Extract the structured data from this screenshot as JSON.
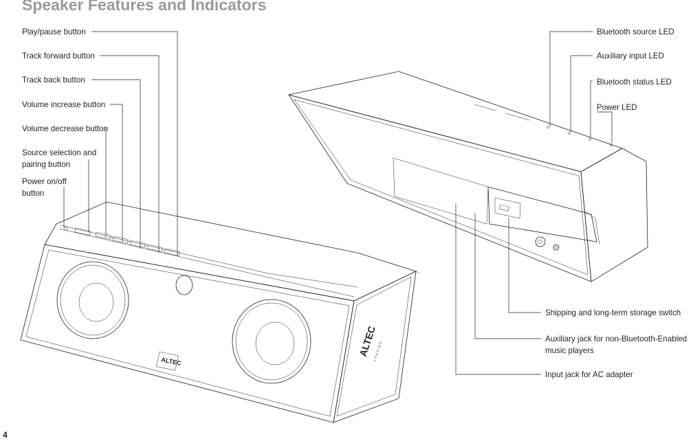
{
  "page": {
    "title": "Speaker Features and Indicators",
    "page_number": "4"
  },
  "left_callouts": [
    {
      "text": "Play/pause button"
    },
    {
      "text": "Track forward button"
    },
    {
      "text": "Track back button"
    },
    {
      "text": "Volume increase button"
    },
    {
      "text": "Volume decrease button"
    },
    {
      "text": "Source selection and\npairing button"
    },
    {
      "text": "Power on/off\nbutton"
    }
  ],
  "right_top_callouts": [
    {
      "text": "Bluetooth source LED"
    },
    {
      "text": "Auxiliary input LED"
    },
    {
      "text": "Bluetooth status LED"
    },
    {
      "text": "Power LED"
    }
  ],
  "right_bottom_callouts": [
    {
      "text": "Shipping and long-term storage switch"
    },
    {
      "text": "Auxiliary jack for non-Bluetooth-Enabled\nmusic players"
    },
    {
      "text": "Input jack for AC adapter"
    }
  ],
  "logo": {
    "brand": "ALTEC",
    "sub": "LANSING"
  },
  "colors": {
    "title": "#9a9a9a",
    "line": "#231f20",
    "background": "#ffffff"
  }
}
